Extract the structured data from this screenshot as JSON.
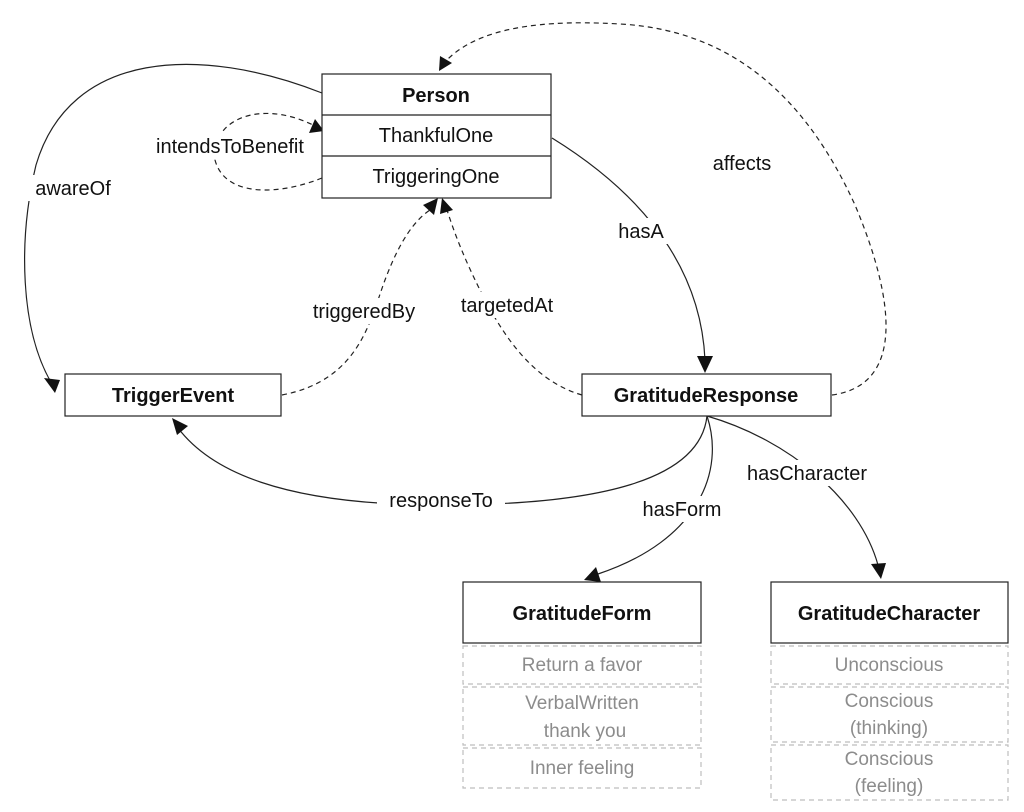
{
  "nodes": {
    "person": {
      "title": "Person",
      "rows": [
        "ThankfulOne",
        "TriggeringOne"
      ]
    },
    "trigger_event": {
      "title": "TriggerEvent"
    },
    "gratitude_response": {
      "title": "GratitudeResponse"
    },
    "gratitude_form": {
      "title": "GratitudeForm",
      "values": [
        "Return a favor",
        [
          "VerbalWritten",
          "thank you"
        ],
        "Inner feeling"
      ]
    },
    "gratitude_character": {
      "title": "GratitudeCharacter",
      "values": [
        "Unconscious",
        [
          "Conscious",
          "(thinking)"
        ],
        [
          "Conscious",
          "(feeling)"
        ]
      ]
    }
  },
  "edges": {
    "intendsToBenefit": "intendsToBenefit",
    "awareOf": "awareOf",
    "affects": "affects",
    "hasA": "hasA",
    "triggeredBy": "triggeredBy",
    "targetedAt": "targetedAt",
    "responseTo": "responseTo",
    "hasForm": "hasForm",
    "hasCharacter": "hasCharacter"
  }
}
